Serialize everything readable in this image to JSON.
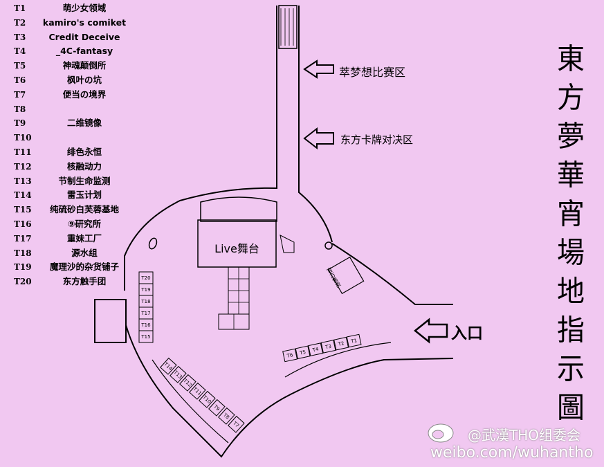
{
  "legend": [
    {
      "id": "T1",
      "name": "萌少女领域"
    },
    {
      "id": "T2",
      "name": "kamiro's comiket"
    },
    {
      "id": "T3",
      "name": "Credit Deceive"
    },
    {
      "id": "T4",
      "name": "_4C-fantasy"
    },
    {
      "id": "T5",
      "name": "神魂颠倒所"
    },
    {
      "id": "T6",
      "name": "枫叶の坑"
    },
    {
      "id": "T7",
      "name": "便当の境界"
    },
    {
      "id": "T8",
      "name": ""
    },
    {
      "id": "T9",
      "name": "二维镜像"
    },
    {
      "id": "T10",
      "name": ""
    },
    {
      "id": "T11",
      "name": "绯色永恒"
    },
    {
      "id": "T12",
      "name": "核融动力"
    },
    {
      "id": "T13",
      "name": "节制生命监测"
    },
    {
      "id": "T14",
      "name": "雷玉计划"
    },
    {
      "id": "T15",
      "name": "纯硫砂白芙蓉基地"
    },
    {
      "id": "T16",
      "name": "⑨研究所"
    },
    {
      "id": "T17",
      "name": "重妹工厂"
    },
    {
      "id": "T18",
      "name": "源水组"
    },
    {
      "id": "T19",
      "name": "魔理沙的杂货铺子"
    },
    {
      "id": "T20",
      "name": "东方触手团"
    }
  ],
  "title": [
    "東",
    "方",
    "夢",
    "華",
    "宵",
    "場",
    "地",
    "指",
    "示",
    "圖"
  ],
  "zones": {
    "contest": "萃梦想比赛区",
    "card": "东方卡牌对决区",
    "stage": "Live舞台",
    "entrance": "入口",
    "official": "官方售卖"
  },
  "booths_top": [
    "T6",
    "T5",
    "T4",
    "T3",
    "T2",
    "T1"
  ],
  "booths_left": [
    "T20",
    "T19",
    "T18",
    "T17",
    "T16",
    "T15"
  ],
  "booths_bottom": [
    "T14",
    "T13",
    "T12",
    "T11",
    "T10",
    "T9",
    "T8",
    "T7"
  ],
  "watermark": {
    "handle": "@武漢THO组委会",
    "url": "weibo.com/wuhantho"
  },
  "colors": {
    "background": "#f1c8f1",
    "line": "#000000"
  }
}
